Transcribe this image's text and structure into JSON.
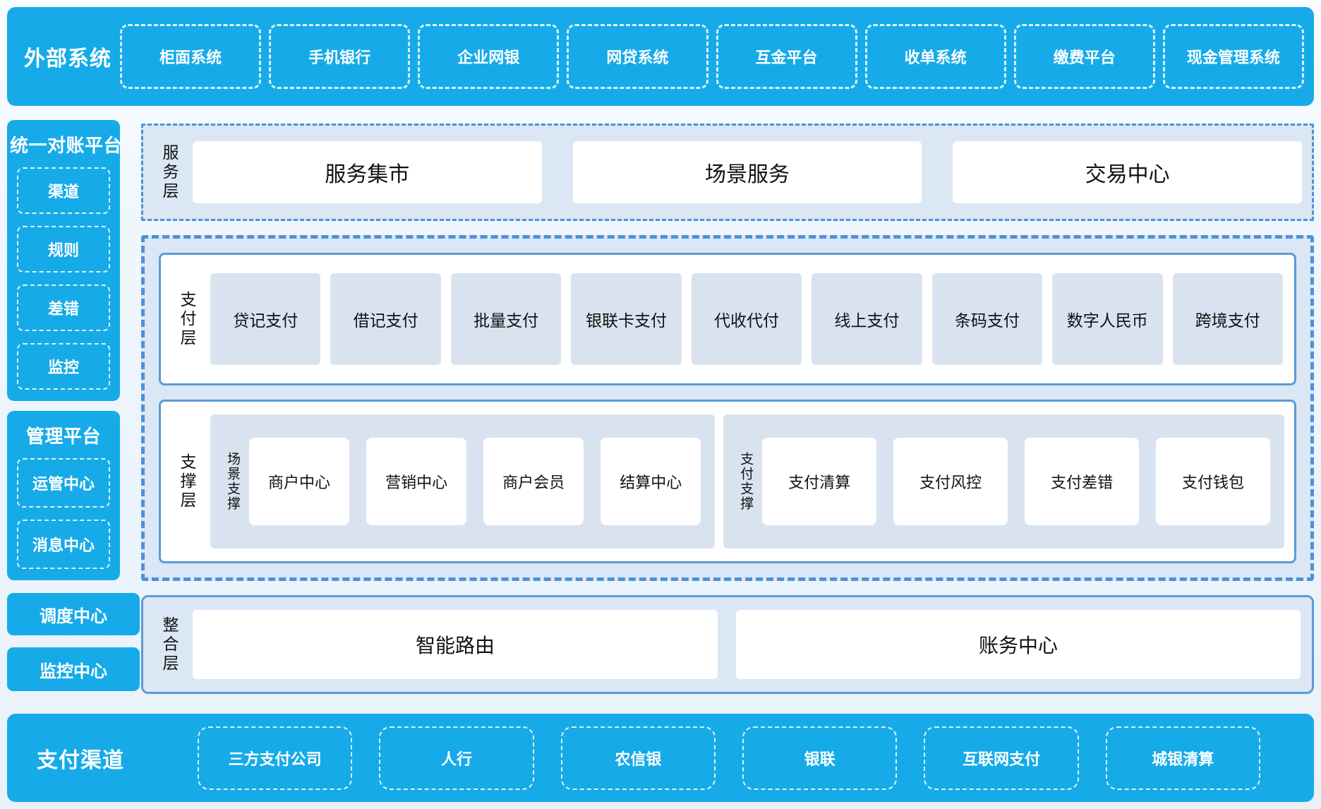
{
  "colors": {
    "primary_cyan": "#16ABE8",
    "panel_border_blue": "#5E9AD2",
    "dashed_border_blue": "#4E91D9",
    "layer_bg": "#DBE7F4",
    "item_bg": "#D9E3F0",
    "text_dark": "#111111",
    "text_light": "#FFFFFF"
  },
  "top_banner": {
    "title": "外部系统",
    "items": [
      "柜面系统",
      "手机银行",
      "企业网银",
      "网贷系统",
      "互金平台",
      "收单系统",
      "缴费平台",
      "现金管理系统"
    ]
  },
  "sidebar": {
    "reconciliation": {
      "title": "统一对账平台",
      "items": [
        "渠道",
        "规则",
        "差错",
        "监控"
      ]
    },
    "management": {
      "title": "管理平台",
      "items": [
        "运管中心",
        "消息中心"
      ]
    },
    "dispatch_center": "调度中心",
    "monitor_center": "监控中心"
  },
  "service_layer": {
    "label": "服务层",
    "items": [
      "服务集市",
      "场景服务",
      "交易中心"
    ]
  },
  "payment_layer": {
    "label": "支付层",
    "items": [
      "贷记支付",
      "借记支付",
      "批量支付",
      "银联卡支付",
      "代收代付",
      "线上支付",
      "条码支付",
      "数字人民币",
      "跨境支付"
    ]
  },
  "support_layer": {
    "label": "支撑层",
    "groups": [
      {
        "label": "场景支撑",
        "items": [
          "商户中心",
          "营销中心",
          "商户会员",
          "结算中心"
        ]
      },
      {
        "label": "支付支撑",
        "items": [
          "支付清算",
          "支付风控",
          "支付差错",
          "支付钱包"
        ]
      }
    ]
  },
  "integration_layer": {
    "label": "整合层",
    "items": [
      "智能路由",
      "账务中心"
    ]
  },
  "bottom_banner": {
    "title": "支付渠道",
    "items": [
      "三方支付公司",
      "人行",
      "农信银",
      "银联",
      "互联网支付",
      "城银清算"
    ]
  }
}
